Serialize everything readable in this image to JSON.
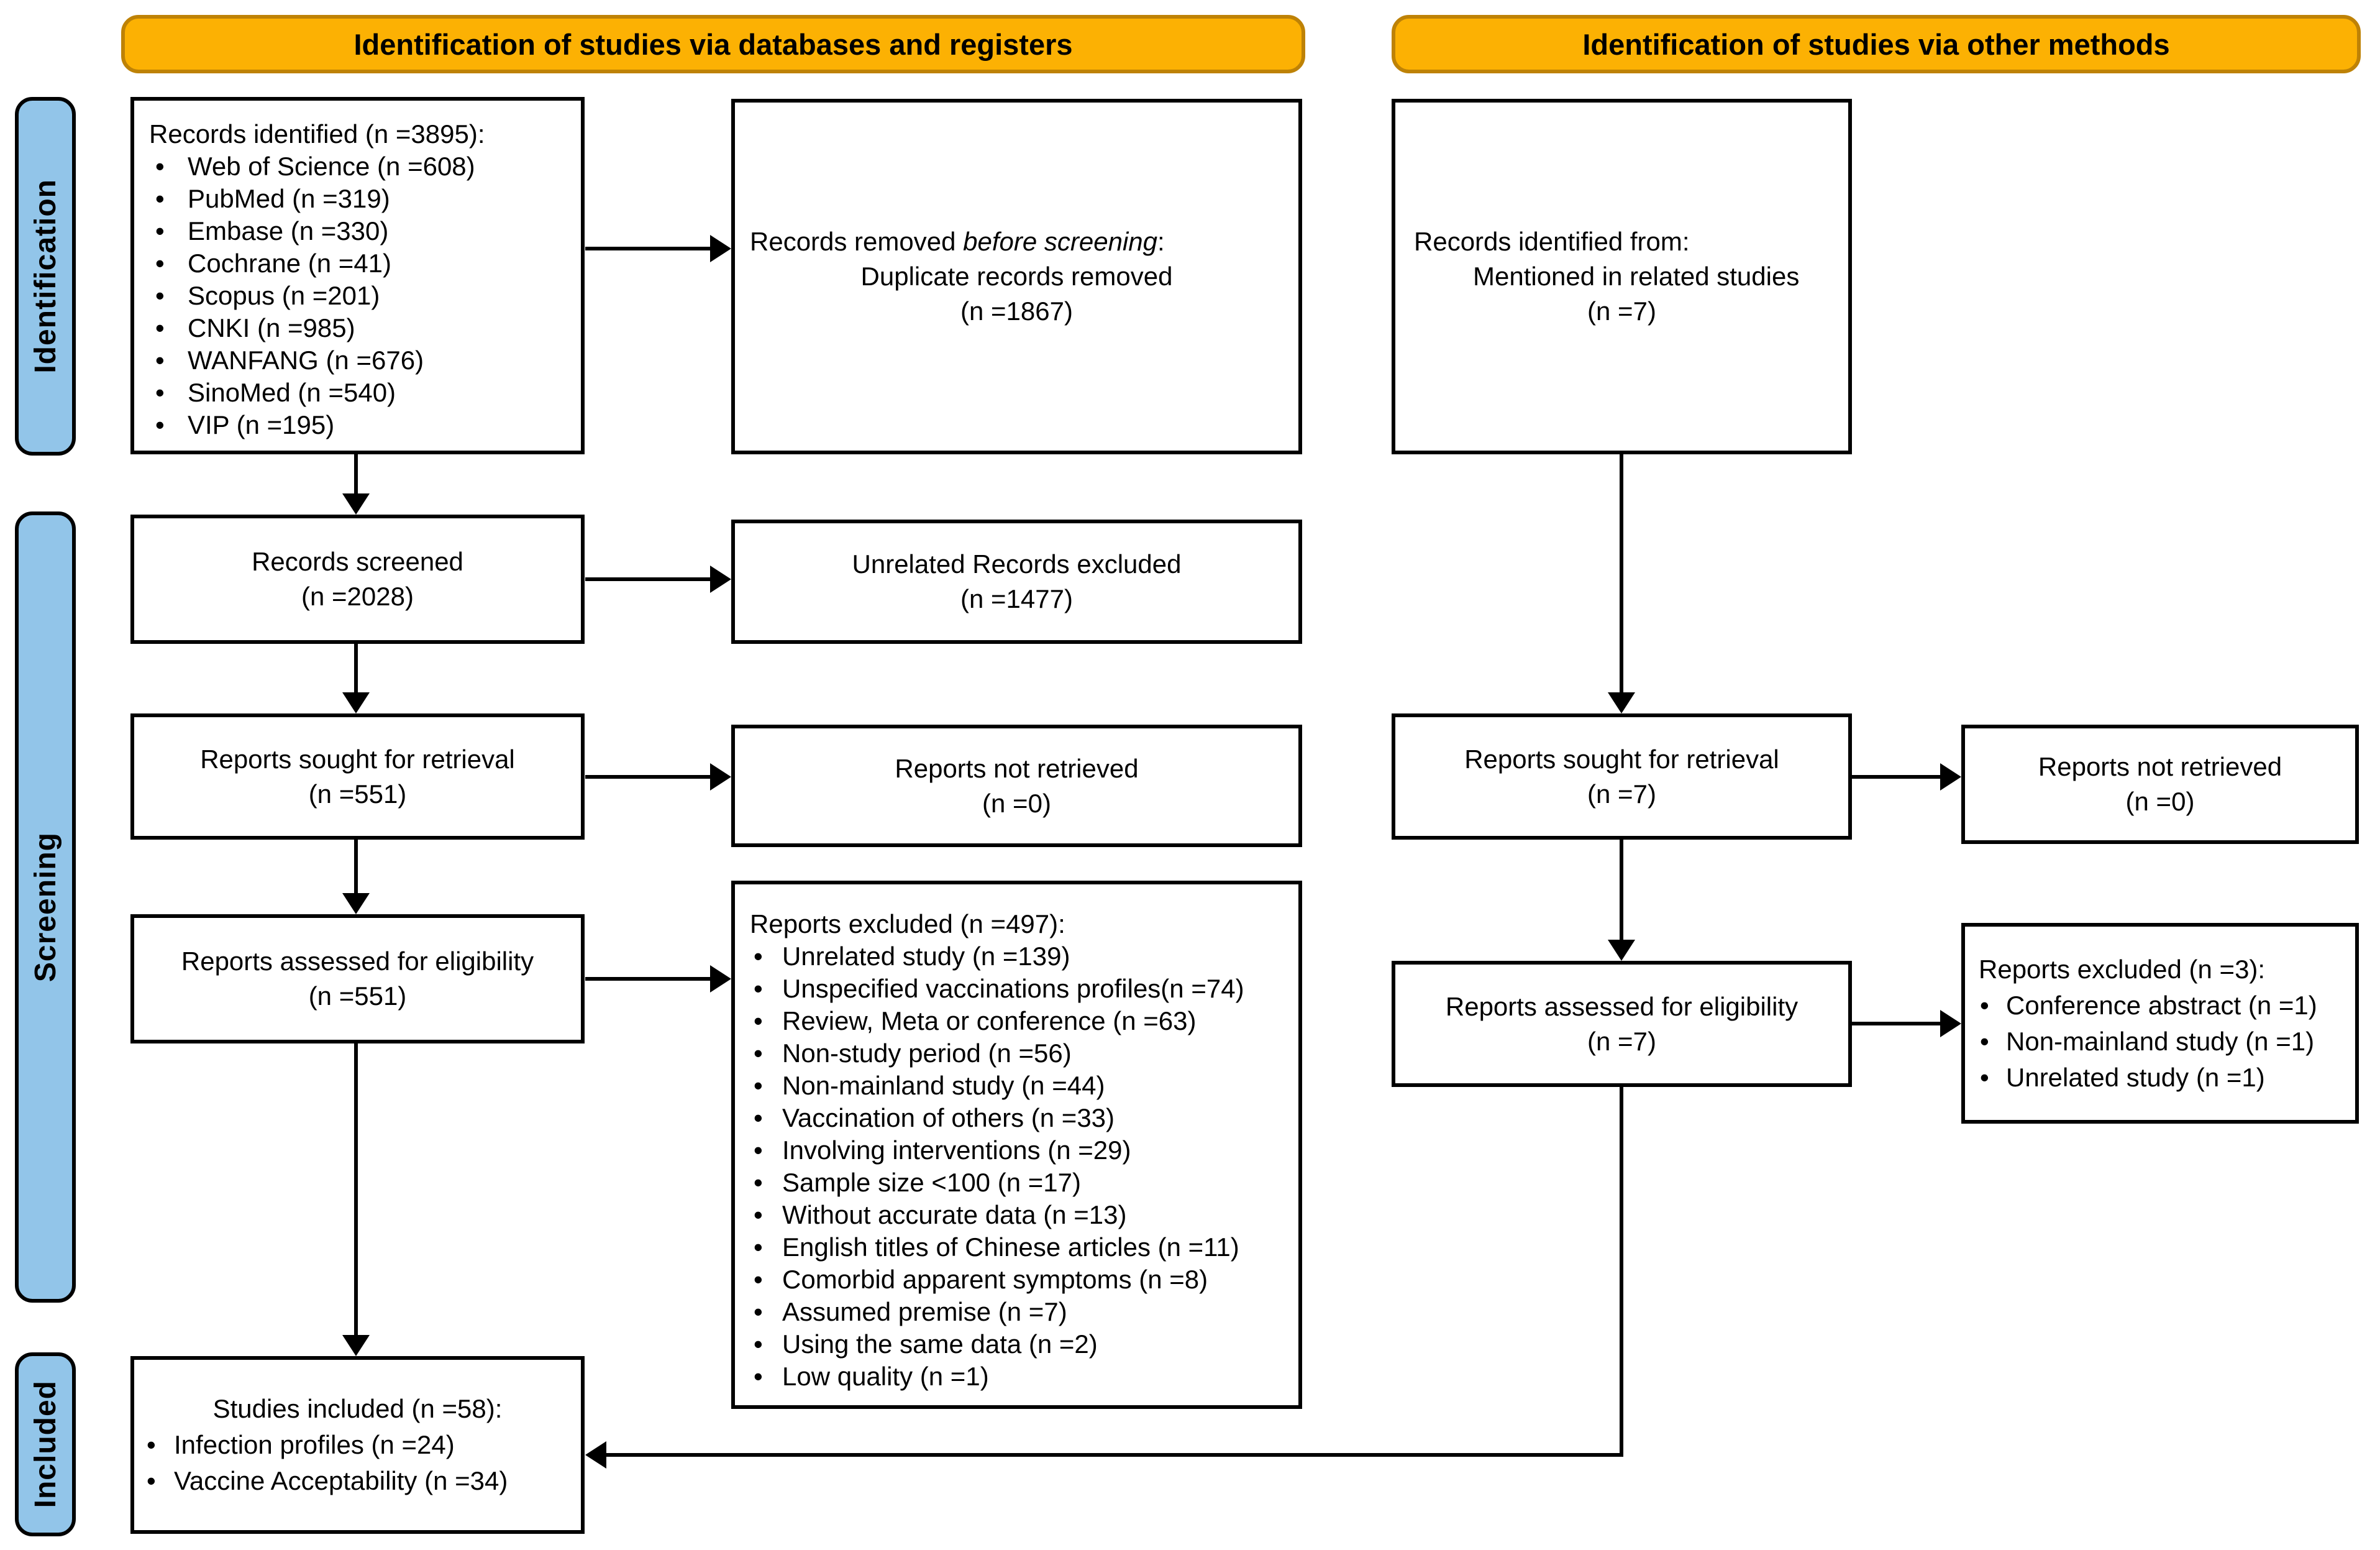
{
  "bullet": "•",
  "colors": {
    "header_fill": "#FCB103",
    "header_border": "#BE8206",
    "sidebar_fill": "#92C5E9",
    "sidebar_border": "#000000",
    "box_border": "#000000",
    "arrow_color": "#000000",
    "background": "#FFFFFF"
  },
  "headers": {
    "databases": "Identification of studies via databases and registers",
    "other": "Identification of studies via other methods"
  },
  "sidebar": {
    "identification": "Identification",
    "screening": "Screening",
    "included": "Included"
  },
  "left_column": {
    "records_identified": {
      "title": "Records identified (n =3895):",
      "items": [
        "Web of Science (n =608)",
        "PubMed (n =319)",
        "Embase (n =330)",
        "Cochrane (n =41)",
        "Scopus (n =201)",
        "CNKI (n =985)",
        "WANFANG (n =676)",
        "SinoMed (n =540)",
        "VIP (n =195)"
      ]
    },
    "records_screened": {
      "line1": "Records screened",
      "line2": "(n =2028)"
    },
    "reports_sought": {
      "line1": "Reports sought for retrieval",
      "line2": "(n =551)"
    },
    "reports_assessed": {
      "line1": "Reports assessed for eligibility",
      "line2": "(n =551)"
    },
    "studies_included": {
      "title": "Studies included (n =58):",
      "items": [
        "Infection profiles (n =24)",
        "Vaccine Acceptability (n =34)"
      ]
    }
  },
  "middle_column": {
    "records_removed": {
      "line1_normal": "Records removed ",
      "line1_italic": "before screening",
      "line1_suffix": ":",
      "line2": "Duplicate records removed",
      "line3": "(n =1867)"
    },
    "unrelated_excluded": {
      "line1": "Unrelated Records excluded",
      "line2": "(n =1477)"
    },
    "reports_not_retrieved": {
      "line1": "Reports not retrieved",
      "line2": "(n =0)"
    },
    "reports_excluded": {
      "title": "Reports excluded (n =497):",
      "items": [
        "Unrelated study (n =139)",
        "Unspecified vaccinations profiles(n =74)",
        "Review, Meta or conference (n =63)",
        "Non-study period (n =56)",
        "Non-mainland study (n =44)",
        "Vaccination of others (n =33)",
        "Involving interventions (n =29)",
        "Sample size <100 (n =17)",
        "Without accurate data (n =13)",
        "English titles of Chinese articles (n =11)",
        "Comorbid apparent symptoms (n =8)",
        "Assumed premise (n =7)",
        "Using the same data (n =2)",
        "Low quality (n =1)"
      ]
    }
  },
  "right_column": {
    "records_identified_other": {
      "line1": "Records identified from:",
      "line2": "Mentioned in related studies",
      "line3": "(n =7)"
    },
    "reports_sought": {
      "line1": "Reports sought for retrieval",
      "line2": "(n =7)"
    },
    "reports_assessed": {
      "line1": "Reports assessed for eligibility",
      "line2": "(n =7)"
    },
    "reports_not_retrieved": {
      "line1": "Reports not retrieved",
      "line2": "(n =0)"
    },
    "reports_excluded": {
      "title": "Reports excluded (n =3):",
      "items": [
        "Conference abstract (n =1)",
        "Non-mainland study (n =1)",
        "Unrelated study (n =1)"
      ]
    }
  }
}
